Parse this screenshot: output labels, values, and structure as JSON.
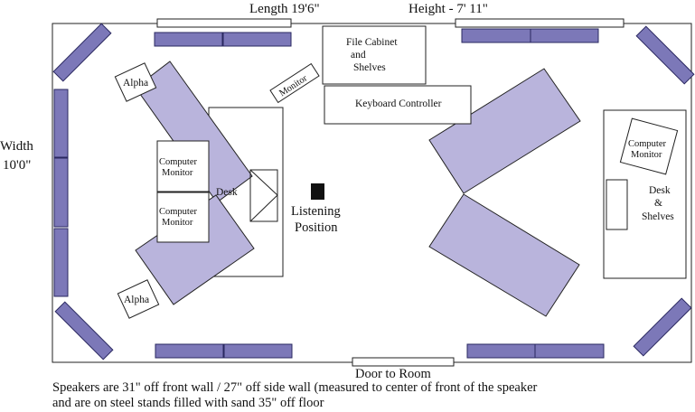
{
  "labels": {
    "length": "Length 19'6\"",
    "height": "Height - 7' 11\"",
    "width_line1": "Width",
    "width_line2": "10'0\"",
    "door": "Door to Room",
    "file_cabinet_1": "File Cabinet",
    "file_cabinet_2": "and",
    "file_cabinet_3": "Shelves",
    "keyboard_controller": "Keyboard Controller",
    "monitor": "Monitor",
    "alpha_top": "Alpha",
    "alpha_bottom": "Alpha",
    "computer_monitor_upper_1": "Computer",
    "computer_monitor_upper_2": "Monitor",
    "computer_monitor_lower_1": "Computer",
    "computer_monitor_lower_2": "Monitor",
    "desk_left": "Desk",
    "listening_1": "Listening",
    "listening_2": "Position",
    "computer_monitor_right_1": "Computer",
    "computer_monitor_right_2": "Monitor",
    "desk_right_1": "Desk",
    "desk_right_2": "&",
    "desk_right_3": "Shelves"
  },
  "notes": {
    "line1": "Speakers are 31\" off front wall / 27\" off side wall (measured to center of front of the speaker",
    "line2": "and are on steel stands filled with sand  35\" off floor"
  },
  "colors": {
    "panel": "#7c78b8",
    "speaker": "#b9b4dc",
    "listening_marker": "#111111"
  }
}
